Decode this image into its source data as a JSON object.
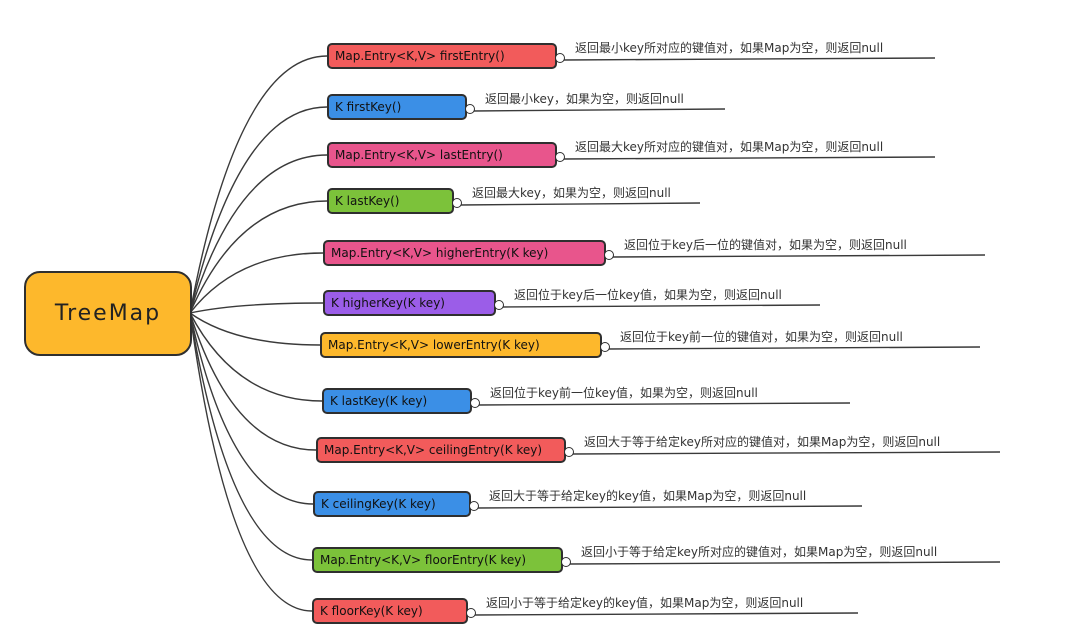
{
  "root": {
    "label": "TreeMap",
    "color": "#fdb82c"
  },
  "nodes": [
    {
      "label": "Map.Entry<K,V>   firstEntry()",
      "desc": "返回最小key所对应的键值对，如果Map为空，则返回null",
      "color": "#f25b5b"
    },
    {
      "label": "K   firstKey()",
      "desc": "返回最小key，如果为空，则返回null",
      "color": "#3b8fe6"
    },
    {
      "label": "Map.Entry<K,V>    lastEntry()",
      "desc": "返回最大key所对应的键值对，如果Map为空，则返回null",
      "color": "#e8558c"
    },
    {
      "label": "K lastKey()",
      "desc": "返回最大key，如果为空，则返回null",
      "color": "#7cc23a"
    },
    {
      "label": "Map.Entry<K,V>   higherEntry(K key)",
      "desc": "返回位于key后一位的键值对，如果为空，则返回null",
      "color": "#e8558c"
    },
    {
      "label": "K     higherKey(K key)",
      "desc": "返回位于key后一位key值，如果为空，则返回null",
      "color": "#9b5de8"
    },
    {
      "label": "Map.Entry<K,V>   lowerEntry(K key)",
      "desc": "返回位于key前一位的键值对，如果为空，则返回null",
      "color": "#fdb82c"
    },
    {
      "label": "K    lastKey(K key)",
      "desc": "返回位于key前一位key值，如果为空，则返回null",
      "color": "#3b8fe6"
    },
    {
      "label": "Map.Entry<K,V> ceilingEntry(K key)",
      "desc": "返回大于等于给定key所对应的键值对，如果Map为空，则返回null",
      "color": "#f25b5b"
    },
    {
      "label": "K   ceilingKey(K key)",
      "desc": "返回大于等于给定key的key值，如果Map为空，则返回null",
      "color": "#3b8fe6"
    },
    {
      "label": "Map.Entry<K,V>    floorEntry(K key)",
      "desc": "返回小于等于给定key所对应的键值对，如果Map为空，则返回null",
      "color": "#7cc23a"
    },
    {
      "label": "K     floorKey(K key)",
      "desc": "返回小于等于给定key的key值，如果Map为空，则返回null",
      "color": "#f25b5b"
    }
  ]
}
